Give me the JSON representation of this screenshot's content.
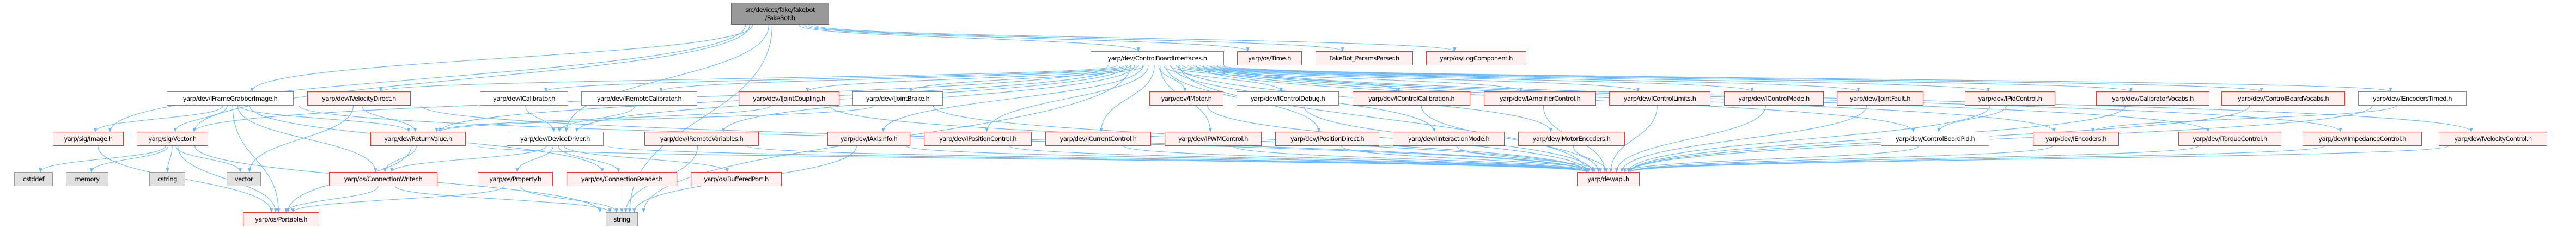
{
  "title": "src/devices/fake/fakebot/FakeBot.h include dependency graph",
  "colors": {
    "edge": "#63b8ff",
    "red_border": "#ff3333",
    "red_fill": "#fff0f0",
    "root_fill": "#999999",
    "leaf_fill": "#e0e0e0"
  },
  "nodes": [
    {
      "id": "root",
      "label": "src/devices/fake/fakebot\n/FakeBot.h",
      "style": "root"
    },
    {
      "id": "cbi",
      "label": "yarp/dev/ControlBoardInterfaces.h",
      "style": "white"
    },
    {
      "id": "time",
      "label": "yarp/os/Time.h",
      "style": "red"
    },
    {
      "id": "params",
      "label": "FakeBot_ParamsParser.h",
      "style": "red"
    },
    {
      "id": "logc",
      "label": "yarp/os/LogComponent.h",
      "style": "red"
    },
    {
      "id": "fgi",
      "label": "yarp/dev/IFrameGrabberImage.h",
      "style": "white"
    },
    {
      "id": "veld",
      "label": "yarp/dev/IVelocityDirect.h",
      "style": "red"
    },
    {
      "id": "ical",
      "label": "yarp/dev/ICalibrator.h",
      "style": "white"
    },
    {
      "id": "irc",
      "label": "yarp/dev/IRemoteCalibrator.h",
      "style": "white"
    },
    {
      "id": "ijc",
      "label": "yarp/dev/IJointCoupling.h",
      "style": "red"
    },
    {
      "id": "ijb",
      "label": "yarp/dev/IJointBrake.h",
      "style": "white"
    },
    {
      "id": "imot",
      "label": "yarp/dev/IMotor.h",
      "style": "red"
    },
    {
      "id": "icd",
      "label": "yarp/dev/IControlDebug.h",
      "style": "white"
    },
    {
      "id": "icc",
      "label": "yarp/dev/IControlCalibration.h",
      "style": "red"
    },
    {
      "id": "iamp",
      "label": "yarp/dev/IAmplifierControl.h",
      "style": "red"
    },
    {
      "id": "icl",
      "label": "yarp/dev/IControlLimits.h",
      "style": "red"
    },
    {
      "id": "icm",
      "label": "yarp/dev/IControlMode.h",
      "style": "red"
    },
    {
      "id": "ijf",
      "label": "yarp/dev/IJointFault.h",
      "style": "red"
    },
    {
      "id": "ipid",
      "label": "yarp/dev/IPidControl.h",
      "style": "red"
    },
    {
      "id": "calv",
      "label": "yarp/dev/CalibratorVocabs.h",
      "style": "red"
    },
    {
      "id": "cbv",
      "label": "yarp/dev/ControlBoardVocabs.h",
      "style": "red"
    },
    {
      "id": "iet",
      "label": "yarp/dev/IEncodersTimed.h",
      "style": "white"
    },
    {
      "id": "img",
      "label": "yarp/sig/Image.h",
      "style": "red"
    },
    {
      "id": "vec",
      "label": "yarp/sig/Vector.h",
      "style": "red"
    },
    {
      "id": "rv",
      "label": "yarp/dev/ReturnValue.h",
      "style": "red"
    },
    {
      "id": "dd",
      "label": "yarp/dev/DeviceDriver.h",
      "style": "white"
    },
    {
      "id": "irv",
      "label": "yarp/dev/IRemoteVariables.h",
      "style": "red"
    },
    {
      "id": "iax",
      "label": "yarp/dev/IAxisInfo.h",
      "style": "red"
    },
    {
      "id": "ipc",
      "label": "yarp/dev/IPositionControl.h",
      "style": "red"
    },
    {
      "id": "icur",
      "label": "yarp/dev/ICurrentControl.h",
      "style": "red"
    },
    {
      "id": "ipwm",
      "label": "yarp/dev/IPWMControl.h",
      "style": "red"
    },
    {
      "id": "ipd",
      "label": "yarp/dev/IPositionDirect.h",
      "style": "red"
    },
    {
      "id": "iim",
      "label": "yarp/dev/IInteractionMode.h",
      "style": "red"
    },
    {
      "id": "ime",
      "label": "yarp/dev/IMotorEncoders.h",
      "style": "red"
    },
    {
      "id": "cbp",
      "label": "yarp/dev/ControlBoardPid.h",
      "style": "white"
    },
    {
      "id": "ienc",
      "label": "yarp/dev/IEncoders.h",
      "style": "red"
    },
    {
      "id": "itq",
      "label": "yarp/dev/ITorqueControl.h",
      "style": "red"
    },
    {
      "id": "iimp",
      "label": "yarp/dev/IImpedanceControl.h",
      "style": "red"
    },
    {
      "id": "ivc",
      "label": "yarp/dev/IVelocityControl.h",
      "style": "red"
    },
    {
      "id": "cstddef",
      "label": "cstddef",
      "style": "gray"
    },
    {
      "id": "memory",
      "label": "memory",
      "style": "gray"
    },
    {
      "id": "cstring",
      "label": "cstring",
      "style": "gray"
    },
    {
      "id": "vector",
      "label": "vector",
      "style": "gray"
    },
    {
      "id": "cw",
      "label": "yarp/os/ConnectionWriter.h",
      "style": "red"
    },
    {
      "id": "prop",
      "label": "yarp/os/Property.h",
      "style": "red"
    },
    {
      "id": "cr",
      "label": "yarp/os/ConnectionReader.h",
      "style": "red"
    },
    {
      "id": "bp",
      "label": "yarp/os/BufferedPort.h",
      "style": "red"
    },
    {
      "id": "api",
      "label": "yarp/dev/api.h",
      "style": "red"
    },
    {
      "id": "port",
      "label": "yarp/os/Portable.h",
      "style": "red"
    },
    {
      "id": "string",
      "label": "string",
      "style": "gray"
    }
  ],
  "edges": [
    [
      "root",
      "img"
    ],
    [
      "root",
      "vec"
    ],
    [
      "root",
      "fgi"
    ],
    [
      "root",
      "dd"
    ],
    [
      "root",
      "cbi"
    ],
    [
      "root",
      "time"
    ],
    [
      "root",
      "params"
    ],
    [
      "root",
      "logc"
    ],
    [
      "root",
      "string"
    ],
    [
      "cbi",
      "veld"
    ],
    [
      "cbi",
      "ical"
    ],
    [
      "cbi",
      "irc"
    ],
    [
      "cbi",
      "ijc"
    ],
    [
      "cbi",
      "ijb"
    ],
    [
      "cbi",
      "imot"
    ],
    [
      "cbi",
      "icd"
    ],
    [
      "cbi",
      "icc"
    ],
    [
      "cbi",
      "iamp"
    ],
    [
      "cbi",
      "icl"
    ],
    [
      "cbi",
      "icm"
    ],
    [
      "cbi",
      "ijf"
    ],
    [
      "cbi",
      "ipid"
    ],
    [
      "cbi",
      "calv"
    ],
    [
      "cbi",
      "cbv"
    ],
    [
      "cbi",
      "iet"
    ],
    [
      "cbi",
      "vec"
    ],
    [
      "cbi",
      "rv"
    ],
    [
      "cbi",
      "dd"
    ],
    [
      "cbi",
      "irv"
    ],
    [
      "cbi",
      "iax"
    ],
    [
      "cbi",
      "ipc"
    ],
    [
      "cbi",
      "icur"
    ],
    [
      "cbi",
      "ipwm"
    ],
    [
      "cbi",
      "ipd"
    ],
    [
      "cbi",
      "iim"
    ],
    [
      "cbi",
      "ime"
    ],
    [
      "cbi",
      "cbp"
    ],
    [
      "cbi",
      "ienc"
    ],
    [
      "cbi",
      "itq"
    ],
    [
      "cbi",
      "iimp"
    ],
    [
      "cbi",
      "ivc"
    ],
    [
      "cbi",
      "api"
    ],
    [
      "cbi",
      "string"
    ],
    [
      "fgi",
      "img"
    ],
    [
      "fgi",
      "vec"
    ],
    [
      "fgi",
      "port"
    ],
    [
      "fgi",
      "rv"
    ],
    [
      "fgi",
      "cw"
    ],
    [
      "fgi",
      "cr"
    ],
    [
      "fgi",
      "api"
    ],
    [
      "veld",
      "vector"
    ],
    [
      "veld",
      "rv"
    ],
    [
      "veld",
      "api"
    ],
    [
      "img",
      "port"
    ],
    [
      "vec",
      "cstddef"
    ],
    [
      "vec",
      "memory"
    ],
    [
      "vec",
      "cstring"
    ],
    [
      "vec",
      "vector"
    ],
    [
      "vec",
      "port"
    ],
    [
      "vec",
      "string"
    ],
    [
      "rv",
      "port"
    ],
    [
      "rv",
      "cw"
    ],
    [
      "rv",
      "api"
    ],
    [
      "ical",
      "dd"
    ],
    [
      "irc",
      "dd"
    ],
    [
      "dd",
      "prop"
    ],
    [
      "dd",
      "cr"
    ],
    [
      "dd",
      "bp"
    ],
    [
      "dd",
      "api"
    ],
    [
      "dd",
      "cw"
    ],
    [
      "ijc",
      "rv"
    ],
    [
      "ijc",
      "api"
    ],
    [
      "ijb",
      "rv"
    ],
    [
      "ijb",
      "api"
    ],
    [
      "irv",
      "string"
    ],
    [
      "irv",
      "api"
    ],
    [
      "iax",
      "string"
    ],
    [
      "iax",
      "api"
    ],
    [
      "ipc",
      "api"
    ],
    [
      "icur",
      "api"
    ],
    [
      "ipwm",
      "api"
    ],
    [
      "ipd",
      "api"
    ],
    [
      "iim",
      "api"
    ],
    [
      "ime",
      "api"
    ],
    [
      "imot",
      "api"
    ],
    [
      "icd",
      "api"
    ],
    [
      "icc",
      "api"
    ],
    [
      "iamp",
      "api"
    ],
    [
      "icl",
      "api"
    ],
    [
      "icm",
      "api"
    ],
    [
      "ijf",
      "api"
    ],
    [
      "ipid",
      "cbp"
    ],
    [
      "ipid",
      "api"
    ],
    [
      "cbp",
      "api"
    ],
    [
      "iet",
      "ienc"
    ],
    [
      "iet",
      "api"
    ],
    [
      "ienc",
      "api"
    ],
    [
      "itq",
      "api"
    ],
    [
      "iimp",
      "api"
    ],
    [
      "ivc",
      "api"
    ],
    [
      "calv",
      "api"
    ],
    [
      "cbv",
      "api"
    ],
    [
      "cw",
      "string"
    ],
    [
      "cw",
      "port"
    ],
    [
      "prop",
      "string"
    ],
    [
      "prop",
      "port"
    ],
    [
      "cr",
      "string"
    ]
  ]
}
